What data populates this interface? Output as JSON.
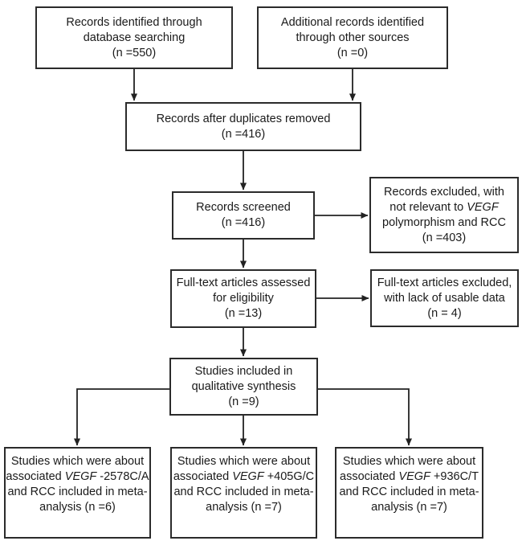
{
  "diagram": {
    "title_semantic": "PRISMA flow diagram of study selection",
    "colors": {
      "border": "#2b2b2b",
      "text": "#1a1a1a",
      "arrow": "#222222",
      "background": "#ffffff"
    },
    "boxes": {
      "records_identified": {
        "line1": "Records identified through",
        "line2": "database searching",
        "line3": "(n =550)"
      },
      "additional_records": {
        "line1": "Additional records identified",
        "line2": "through other sources",
        "line3": "(n =0)"
      },
      "duplicates_removed": {
        "line1": "Records after duplicates removed",
        "line2": "(n =416)"
      },
      "records_screened": {
        "line1": "Records screened",
        "line2": "(n =416)"
      },
      "records_excluded": {
        "line1": "Records excluded, with",
        "line2_pre": "not relevant to ",
        "line2_italic": "VEGF",
        "line3": "polymorphism and RCC",
        "line4": "(n =403)"
      },
      "fulltext_assessed": {
        "line1": "Full-text articles assessed",
        "line2": "for eligibility",
        "line3": "(n =13)"
      },
      "fulltext_excluded": {
        "line1": "Full-text articles excluded,",
        "line2": "with lack of usable data",
        "line3": "(n = 4)"
      },
      "qualitative_synthesis": {
        "line1": "Studies included in",
        "line2": "qualitative synthesis",
        "line3": "(n =9)"
      },
      "meta_2578": {
        "line1": "Studies which were about",
        "line2_pre": "associated ",
        "line2_italic": "VEGF",
        "line2_post": " -2578C/A",
        "line3": "and RCC included in meta-",
        "line4": "analysis (n =6)"
      },
      "meta_405": {
        "line1": "Studies which were about",
        "line2_pre": "associated ",
        "line2_italic": "VEGF",
        "line2_post": " +405G/C",
        "line3": "and RCC included in meta-",
        "line4": "analysis (n =7)"
      },
      "meta_936": {
        "line1": "Studies which were about",
        "line2_pre": "associated ",
        "line2_italic": "VEGF",
        "line2_post": " +936C/T",
        "line3": "and RCC included in meta-",
        "line4": "analysis (n =7)"
      }
    }
  }
}
